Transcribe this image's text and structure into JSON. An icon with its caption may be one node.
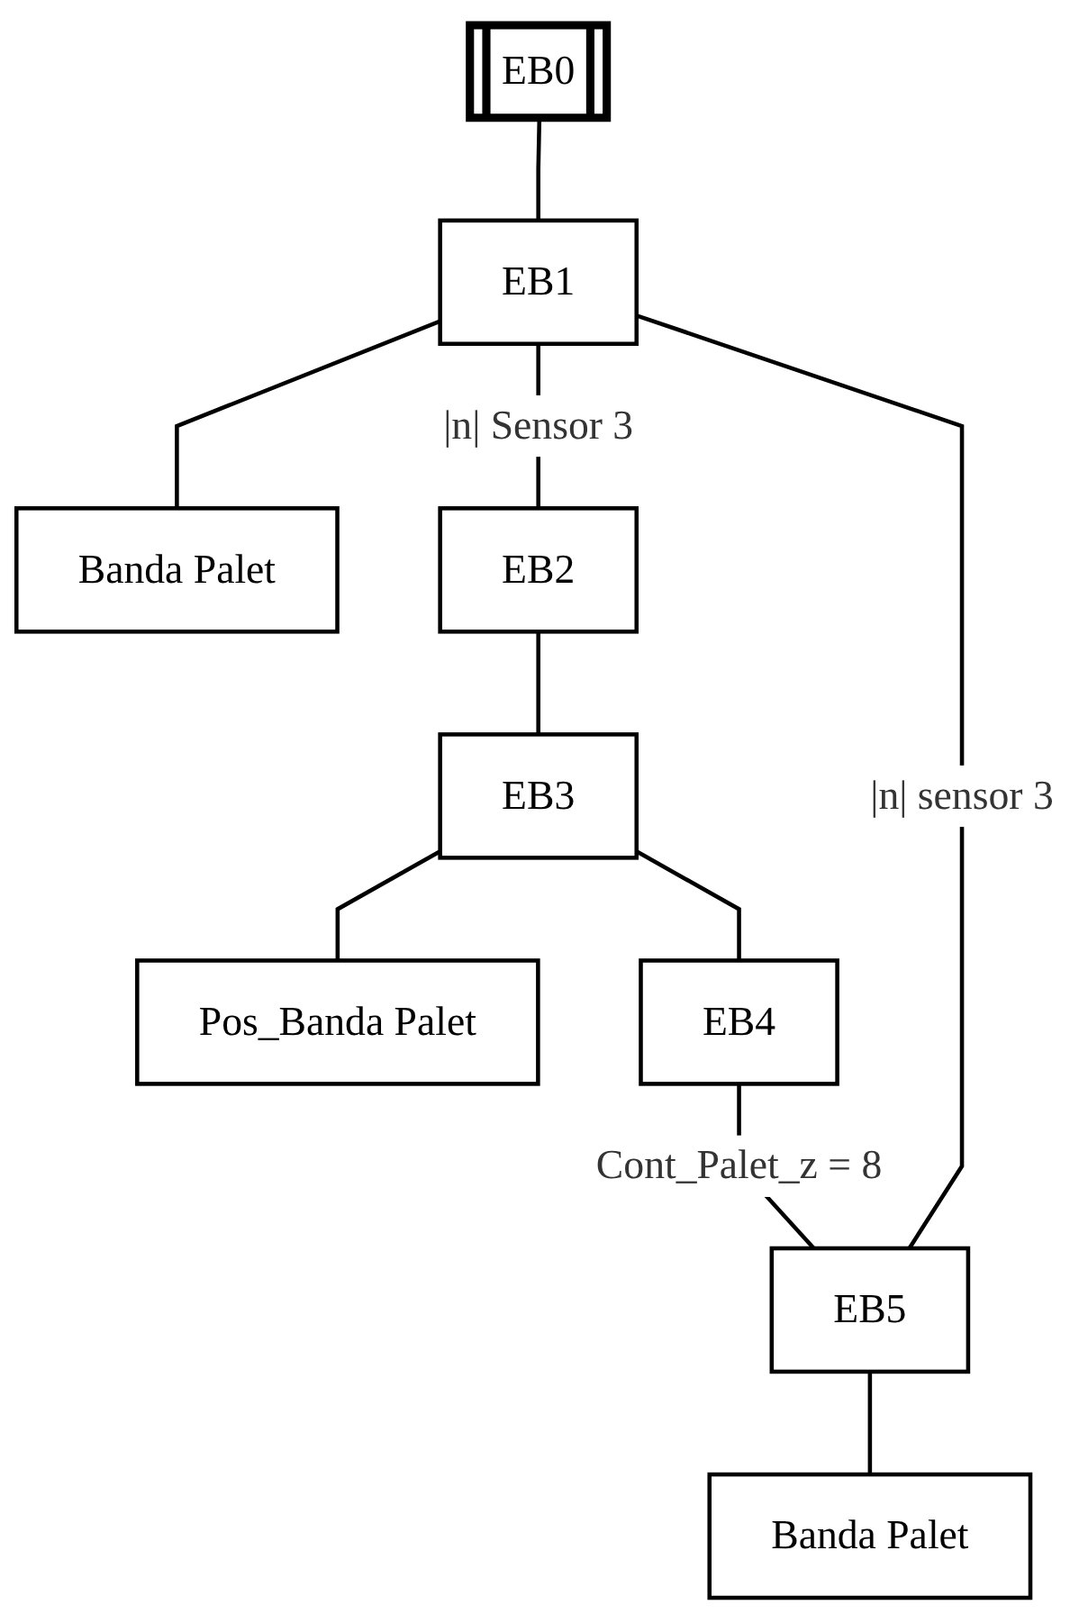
{
  "diagram": {
    "nodes": [
      {
        "text": [
          "EB0"
        ]
      },
      {
        "text": [
          "EB1"
        ]
      },
      {
        "text": [
          "Banda Palet"
        ]
      },
      {
        "text": [
          "EB2"
        ]
      },
      {
        "text": [
          "EB3"
        ]
      },
      {
        "text": [
          "Pos_Banda Palet"
        ]
      },
      {
        "text": [
          "EB4"
        ]
      },
      {
        "text": [
          "EB5"
        ]
      },
      {
        "text": [
          "Banda Palet"
        ]
      }
    ],
    "edges": [
      {
        "from": 0,
        "to": 1,
        "arrow": "none"
      },
      {
        "from": 1,
        "to": 2,
        "arrow": "none"
      },
      {
        "from": 1,
        "to": 3,
        "arrow": "none",
        "label": "|n| Sensor 3"
      },
      {
        "from": 3,
        "to": 4,
        "arrow": "none"
      },
      {
        "from": 4,
        "to": 5,
        "arrow": "none"
      },
      {
        "from": 4,
        "to": 6,
        "arrow": "none"
      },
      {
        "from": 6,
        "to": 7,
        "arrow": "none",
        "label": "Cont_Palet_z = 8"
      },
      {
        "from": 7,
        "to": 8,
        "arrow": "none"
      },
      {
        "from": 7,
        "to": 1,
        "arrow": "none",
        "label": "|n| sensor 3"
      }
    ]
  }
}
